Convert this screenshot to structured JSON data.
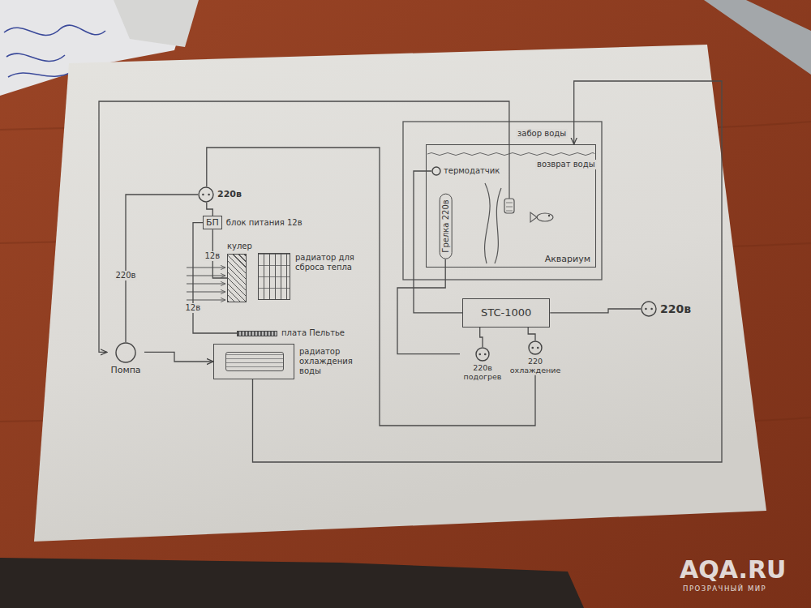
{
  "diagram": {
    "nodes": [
      {
        "text": [
          "Аквариум"
        ]
      },
      {
        "text": [
          "термодатчик"
        ],
        "in": 0
      },
      {
        "text": [
          "Грелка 220в"
        ],
        "in": 0
      },
      {
        "text": [
          "STC-1000"
        ]
      },
      {
        "text": [
          "220в"
        ]
      },
      {
        "text": [
          "220в подогрев"
        ]
      },
      {
        "text": [
          "220 охлаждение"
        ]
      },
      {
        "text": [
          "220в"
        ]
      },
      {
        "text": [
          "БП",
          "блок питания 12в"
        ]
      },
      {
        "text": [
          "кулер"
        ]
      },
      {
        "text": [
          "радиатор для сброса тепла"
        ]
      },
      {
        "text": [
          "плата Пельтье"
        ]
      },
      {
        "text": [
          "радиатор охлаждения воды"
        ]
      },
      {
        "text": [
          "Помпа"
        ]
      }
    ],
    "edges": [
      {
        "from": 3,
        "to": 4,
        "arrow": "none"
      },
      {
        "from": 3,
        "to": 5,
        "arrow": "none"
      },
      {
        "from": 3,
        "to": 6,
        "arrow": "none"
      },
      {
        "from": 1,
        "to": 3,
        "arrow": "none"
      },
      {
        "from": 2,
        "to": 5,
        "arrow": "none"
      },
      {
        "from": 6,
        "to": 7,
        "arrow": "none"
      },
      {
        "from": 7,
        "to": 8,
        "arrow": "none"
      },
      {
        "from": 7,
        "to": 13,
        "arrow": "none",
        "label": "220в"
      },
      {
        "from": 8,
        "to": 9,
        "arrow": "none",
        "label": "12в"
      },
      {
        "from": 8,
        "to": 11,
        "arrow": "none",
        "label": "12в"
      },
      {
        "from": 0,
        "to": 13,
        "arrow": "to",
        "label": "забор воды"
      },
      {
        "from": 13,
        "to": 12,
        "arrow": "to"
      },
      {
        "from": 12,
        "to": 0,
        "arrow": "to",
        "label": "возврат воды"
      }
    ],
    "labels": [
      "AQA.RU",
      "ПРОЗРАЧНЫЙ МИР"
    ]
  }
}
